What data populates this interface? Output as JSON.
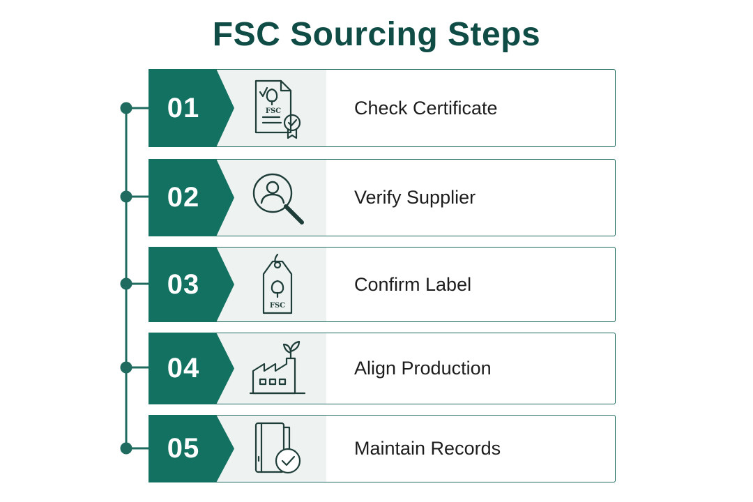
{
  "title": "FSC Sourcing Steps",
  "steps": [
    {
      "number": "01",
      "label": "Check Certificate",
      "icon": "certificate-icon",
      "icon_text": "FSC"
    },
    {
      "number": "02",
      "label": "Verify Supplier",
      "icon": "supplier-search-icon"
    },
    {
      "number": "03",
      "label": "Confirm Label",
      "icon": "tag-label-icon",
      "icon_text": "FSC"
    },
    {
      "number": "04",
      "label": "Align Production",
      "icon": "factory-icon"
    },
    {
      "number": "05",
      "label": "Maintain Records",
      "icon": "records-check-icon"
    }
  ],
  "colors": {
    "title": "#0f4c45",
    "badge": "#137161",
    "connector": "#1f6b5f",
    "icon_panel": "#eef3f1",
    "card_border": "#1f6b5f"
  }
}
